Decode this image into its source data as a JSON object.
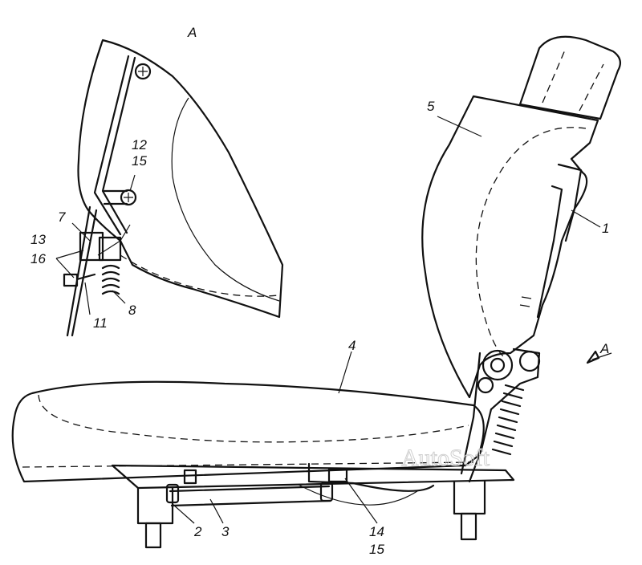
{
  "view_label": "A",
  "arrow_label": "A",
  "watermark": "AutoSoft",
  "callouts": {
    "c1": "1",
    "c2": "2",
    "c3": "3",
    "c4": "4",
    "c5": "5",
    "c7": "7",
    "c8": "8",
    "c11": "11",
    "c12": "12",
    "c13": "13",
    "c14": "14",
    "c15a": "15",
    "c15b": "15",
    "c16": "16"
  }
}
